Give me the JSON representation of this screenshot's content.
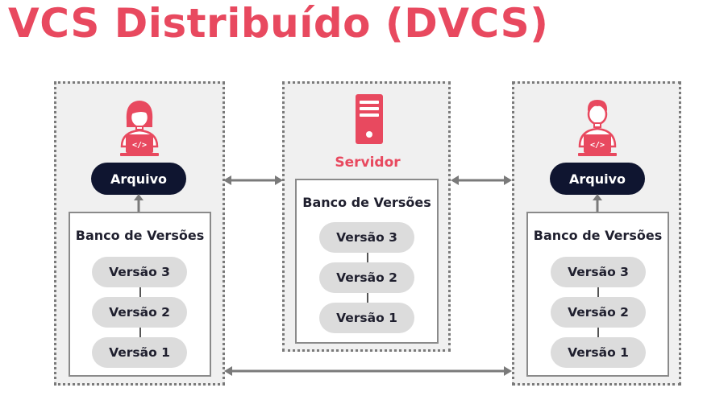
{
  "title": "VCS Distribuído (DVCS)",
  "colors": {
    "accent": "#e8495f",
    "file_pill": "#0f1530",
    "version_pill": "#dcdcdc",
    "panel_bg": "#f0f0f0",
    "arrow": "#7a7a7a"
  },
  "server": {
    "label": "Servidor",
    "icon": "server-icon",
    "bank_title": "Banco de Versões",
    "versions": [
      "Versão 3",
      "Versão 2",
      "Versão 1"
    ]
  },
  "clients": [
    {
      "icon": "developer-female-icon",
      "file_label": "Arquivo",
      "bank_title": "Banco de Versões",
      "versions": [
        "Versão 3",
        "Versão 2",
        "Versão 1"
      ]
    },
    {
      "icon": "developer-male-icon",
      "file_label": "Arquivo",
      "bank_title": "Banco de Versões",
      "versions": [
        "Versão 3",
        "Versão 2",
        "Versão 1"
      ]
    }
  ]
}
